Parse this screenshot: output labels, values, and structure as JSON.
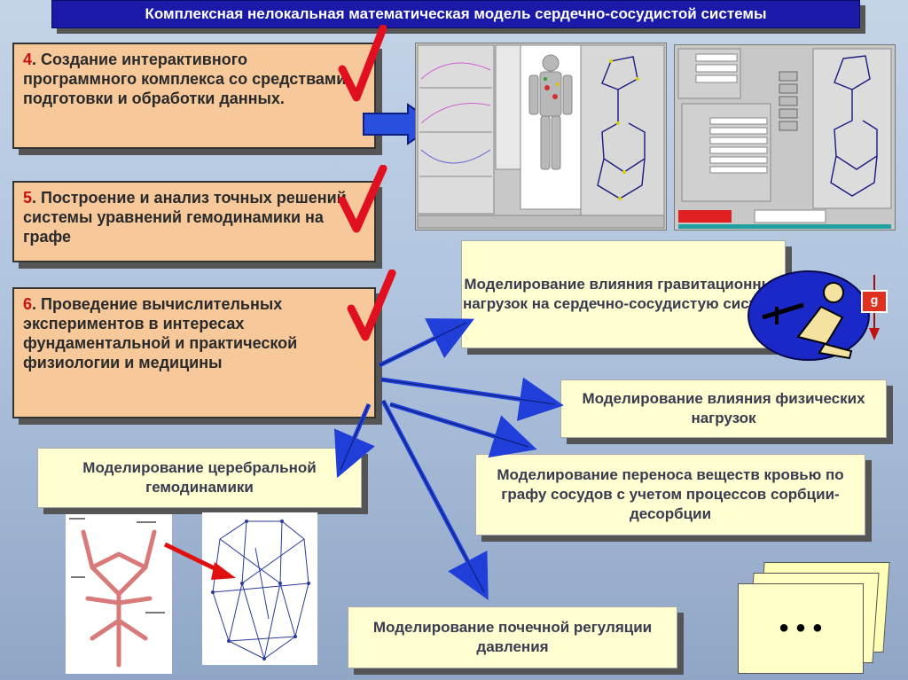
{
  "title": "Комплексная нелокальная математическая модель сердечно-сосудистой системы",
  "steps": [
    {
      "num": "4",
      "text": ". Создание интерактивного программного комплекса со средствами подготовки и обработки данных."
    },
    {
      "num": "5",
      "text": ". Построение и анализ точных решений системы уравнений гемодинамики на графе"
    },
    {
      "num": "6",
      "text": ". Проведение вычислительных экспериментов в интересах фундаментальной и практической физиологии и медицины"
    }
  ],
  "targets": {
    "gravity": "Моделирование влияния гравитационных нагрузок на сердечно-сосудистую систему",
    "physical": "Моделирование влияния физических нагрузок",
    "transfer": "Моделирование переноса веществ кровью по графу сосудов с учетом процессов сорбции-десорбции",
    "cerebral": "Моделирование церебральной гемодинамики",
    "renal": "Моделирование почечной регуляции давления"
  },
  "g_label": "g",
  "ellipsis": "• • •",
  "colors": {
    "title_bg": "#1b19a8",
    "step_bg": "#f6c89a",
    "target_bg": "#ffffd2",
    "check": "#e01020",
    "accent_num": "#d01010"
  }
}
